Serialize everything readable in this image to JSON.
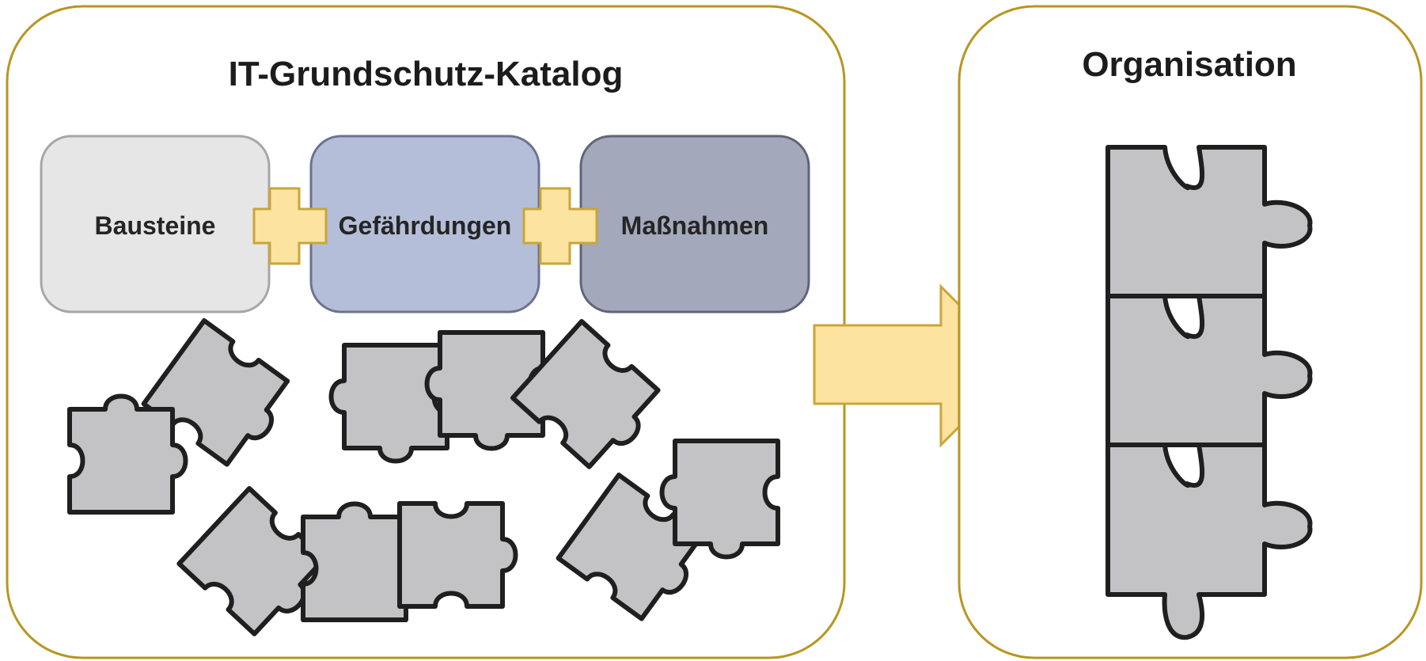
{
  "left_panel": {
    "title": "IT-Grundschutz-Katalog"
  },
  "right_panel": {
    "title": "Organisation"
  },
  "blocks": [
    {
      "label": "Bausteine",
      "fill": "#e6e6e6",
      "stroke": "#a6a6a6"
    },
    {
      "label": "Gefährdungen",
      "fill": "#b5bed9",
      "stroke": "#6b7390"
    },
    {
      "label": "Maßnahmen",
      "fill": "#a3a8bb",
      "stroke": "#5f6478"
    }
  ],
  "colors": {
    "panel_border": "#b8961f",
    "connector_fill": "#fde3a0",
    "connector_stroke": "#c9a63a",
    "arrow_fill": "#fde3a0",
    "arrow_stroke": "#c9a63a",
    "puzzle_fill": "#c3c3c6",
    "puzzle_stroke": "#1f1f1f"
  },
  "icons": [
    "puzzle-piece-icon",
    "plus-connector-icon",
    "right-arrow-icon"
  ]
}
